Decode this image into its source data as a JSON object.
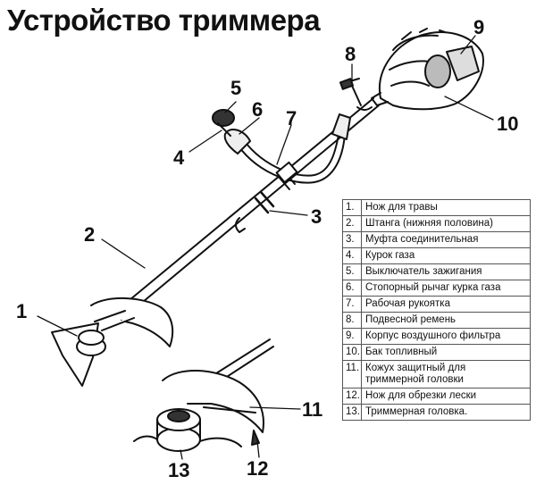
{
  "title": "Устройство триммера",
  "callouts": [
    "1",
    "2",
    "3",
    "4",
    "5",
    "6",
    "7",
    "8",
    "9",
    "10",
    "11",
    "12",
    "13"
  ],
  "legend": [
    {
      "num": "1.",
      "text": "Нож для травы"
    },
    {
      "num": "2.",
      "text": "Штанга (нижняя половина)"
    },
    {
      "num": "3.",
      "text": "Муфта соединительная"
    },
    {
      "num": "4.",
      "text": "Курок газа"
    },
    {
      "num": "5.",
      "text": "Выключатель зажигания"
    },
    {
      "num": "6.",
      "text": "Стопорный рычаг курка газа"
    },
    {
      "num": "7.",
      "text": "Рабочая рукоятка"
    },
    {
      "num": "8.",
      "text": "Подвесной ремень"
    },
    {
      "num": "9.",
      "text": "Корпус воздушного фильтра"
    },
    {
      "num": "10.",
      "text": "Бак топливный"
    },
    {
      "num": "11.",
      "text": "Кожух защитный для триммерной головки"
    },
    {
      "num": "12.",
      "text": "Нож для обрезки лески"
    },
    {
      "num": "13.",
      "text": "Триммерная головка."
    }
  ]
}
